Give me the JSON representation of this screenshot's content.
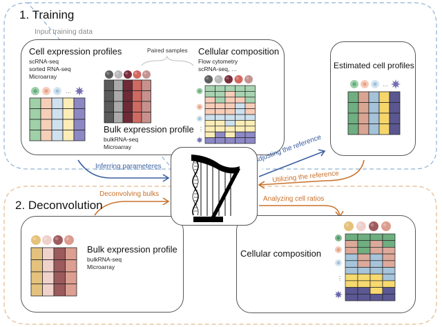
{
  "training": {
    "title": "1. Training",
    "input_label": "Input training data",
    "cell_expression": {
      "title": "Cell expression profiles",
      "methods": [
        "scRNA-seq",
        "sorted RNA-seq",
        "Microarray"
      ],
      "ellipsis": "…"
    },
    "paired_samples": "Paired samples",
    "bulk_expression": {
      "title": "Bulk expression profile",
      "methods": [
        "bulkRNA-seq",
        "Microarray"
      ]
    },
    "cellular_composition": {
      "title": "Cellular composition",
      "methods": [
        "Flow cytometry",
        "scRNA-seq, …"
      ]
    },
    "estimated_profiles": {
      "title": "Estimated cell profiles",
      "ellipsis": "…"
    }
  },
  "deconvolution": {
    "title": "2. Deconvolution",
    "bulk_expression": {
      "title": "Bulk expression profile",
      "methods": [
        "bulkRNA-seq",
        "Microarray"
      ]
    },
    "cellular_composition": {
      "title": "Cellular composition"
    }
  },
  "arrows": {
    "inferring": "Inferring parameteres",
    "adjusting": "Adjusting the reference",
    "utilizing": "Utilizing the reference",
    "deconvolving": "Deconvolving bulks",
    "analyzing": "Analyzing cell  ratios"
  },
  "center_icon": "harp-dna-icon",
  "colors": {
    "training_border": "#8fb0d4",
    "deconv_border": "#e3b88a",
    "blue_arrow": "#3a5fa0",
    "orange_arrow": "#c8702a",
    "green": "#7fbf8f",
    "peach": "#f3c7ae",
    "lightblue": "#c7dbe9",
    "cream": "#fbeab5",
    "purple": "#6b66a8",
    "est_green": "#6fae80",
    "est_peach": "#d9a592",
    "est_blue": "#a4c2d8",
    "est_yellow": "#f6d66b",
    "est_purple": "#5a5690"
  },
  "matrices": {
    "cell_expr_cols": [
      "#9fd0a8",
      "#f6cfb8",
      "#cfe0ee",
      "#fcecb8",
      "#8d88c4"
    ],
    "est_cols": [
      "#6fae80",
      "#d9a592",
      "#a4c2d8",
      "#f6d66b",
      "#5a5690"
    ],
    "bulk_train_cols": [
      "#5e5e5e",
      "#b9b9b9",
      "#7a2e3c",
      "#d2675f",
      "#c49290"
    ],
    "bulk_train_cells": [
      "#5a5a5a",
      "#aaaaaa",
      "#6e2a36",
      "#cf6a62",
      "#c8918d"
    ],
    "bulk_deconv_cols": [
      "#e6c17a",
      "#efcfca",
      "#9e5b5d",
      "#dc9d8e"
    ],
    "bulk_deconv_cells": [
      "#e4c27d",
      "#f0d2cc",
      "#9b5a5c",
      "#dc9f91"
    ],
    "comp_train": [
      [
        "g",
        "g",
        "g",
        "g",
        "g"
      ],
      [
        "g",
        "g",
        "p",
        "g",
        "g"
      ],
      [
        "p",
        "g",
        "p",
        "p",
        "g"
      ],
      [
        "p",
        "p",
        "p",
        "b",
        "p"
      ],
      [
        "p",
        "p",
        "p",
        "b",
        "p"
      ],
      [
        "b",
        "b",
        "b",
        "b",
        "b"
      ],
      [
        "y",
        "y",
        "b",
        "y",
        "y"
      ],
      [
        "y",
        "y",
        "y",
        "y",
        "y"
      ],
      [
        "y",
        "u",
        "y",
        "u",
        "u"
      ],
      [
        "u",
        "u",
        "u",
        "u",
        "u"
      ]
    ],
    "comp_deconv": [
      [
        "G",
        "G",
        "G",
        "G"
      ],
      [
        "P",
        "G",
        "P",
        "G"
      ],
      [
        "P",
        "G",
        "P",
        "P"
      ],
      [
        "B",
        "P",
        "B",
        "P"
      ],
      [
        "B",
        "P",
        "B",
        "P"
      ],
      [
        "B",
        "B",
        "B",
        "B"
      ],
      [
        "Y",
        "Y",
        "Y",
        "B"
      ],
      [
        "Y",
        "Y",
        "Y",
        "Y"
      ],
      [
        "U",
        "U",
        "Y",
        "U"
      ],
      [
        "U",
        "U",
        "U",
        "U"
      ]
    ],
    "palette": {
      "g": "#a7d3b0",
      "p": "#f7cdb8",
      "b": "#cde0ee",
      "y": "#fcedb7",
      "u": "#8d89c6",
      "G": "#6fae80",
      "P": "#dca99a",
      "B": "#a6c4da",
      "Y": "#f6d96f",
      "U": "#5c5894"
    }
  }
}
